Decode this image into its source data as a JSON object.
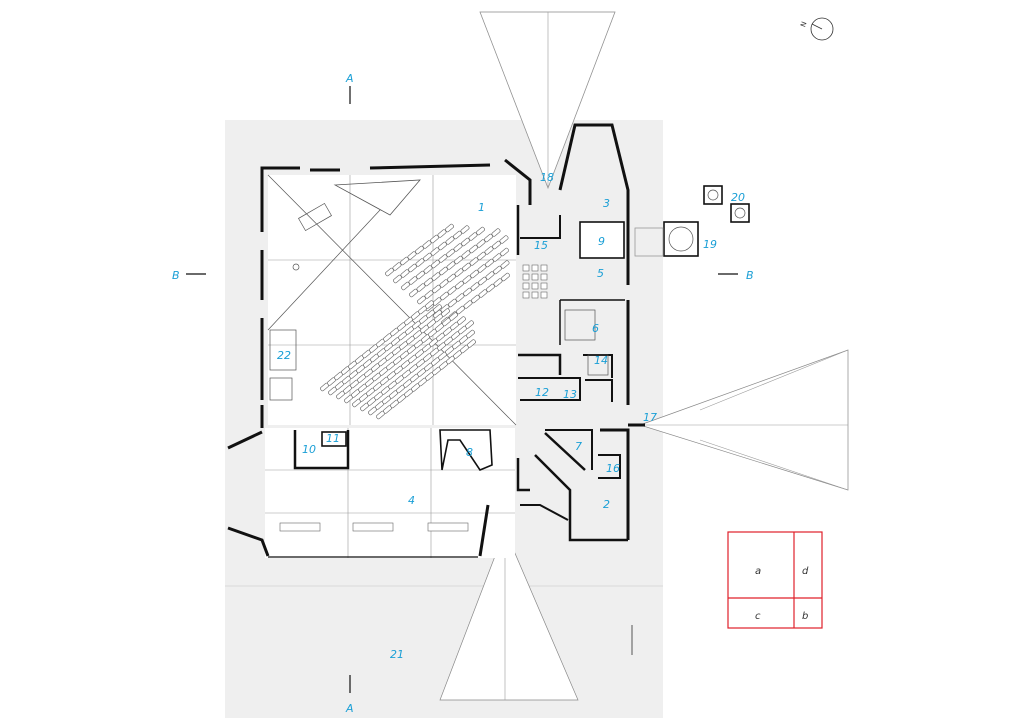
{
  "rooms": [
    {
      "id": "1"
    },
    {
      "id": "2"
    },
    {
      "id": "3"
    },
    {
      "id": "4"
    },
    {
      "id": "5"
    },
    {
      "id": "6"
    },
    {
      "id": "7"
    },
    {
      "id": "8"
    },
    {
      "id": "9"
    },
    {
      "id": "10"
    },
    {
      "id": "11"
    },
    {
      "id": "12"
    },
    {
      "id": "13"
    },
    {
      "id": "14"
    },
    {
      "id": "15"
    },
    {
      "id": "16"
    },
    {
      "id": "17"
    },
    {
      "id": "18"
    },
    {
      "id": "19"
    },
    {
      "id": "20"
    },
    {
      "id": "21"
    },
    {
      "id": "22"
    }
  ],
  "sections": {
    "a": "A",
    "b": "B"
  },
  "north": "N",
  "legend": {
    "a": "a",
    "b": "b",
    "c": "c",
    "d": "d"
  },
  "colors": {
    "label": "#1a9fd6",
    "legend": "#e0202a",
    "site": "#efefef",
    "wall": "#111111"
  }
}
